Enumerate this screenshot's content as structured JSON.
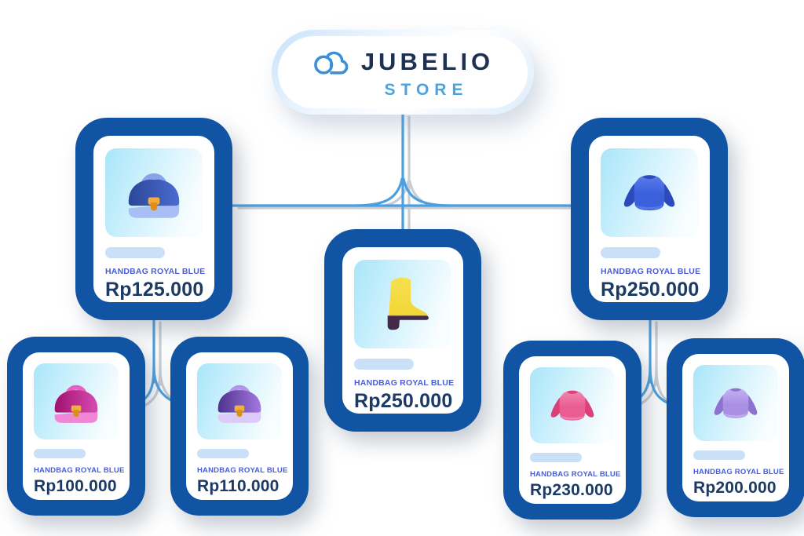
{
  "brand": {
    "name": "JUBELIO",
    "subtitle": "STORE",
    "logo_icon": "cloud-icon",
    "name_color": "#1e3150",
    "subtitle_color": "#4ba2dc",
    "logo_color": "#3c8fd9"
  },
  "colors": {
    "frame": "#1254a4",
    "connector": "#4ba0df",
    "connector_shadow": "rgba(150,158,170,0.5)",
    "label": "#4a5ed3",
    "price": "#1c3a63",
    "placeholder": "#c9e0f8",
    "image_bg_start": "#a9e6fa",
    "image_bg_end": "#f8fdff"
  },
  "cards": [
    {
      "id": "handbag-blue",
      "label": "HANDBAG ROYAL BLUE",
      "price": "Rp125.000",
      "icon": "handbag-icon",
      "size": "lg",
      "palette": {
        "a": "#2c4796",
        "b": "#4a6cd2",
        "handle": "#8aa2ee",
        "band": "#a9bef5",
        "clasp": "#f3ab3a",
        "claspDark": "#de8f18"
      }
    },
    {
      "id": "boot",
      "label": "HANDBAG ROYAL BLUE",
      "price": "Rp250.000",
      "icon": "boot-icon",
      "size": "lg",
      "palette": {
        "a": "#f7e052",
        "b": "#f2d634",
        "sole": "#45294a"
      }
    },
    {
      "id": "sweater-blue",
      "label": "HANDBAG ROYAL BLUE",
      "price": "Rp250.000",
      "icon": "sweater-icon",
      "size": "lg",
      "palette": {
        "a": "#3a60dc",
        "b": "#2c4bbb",
        "c": "#5a7cec"
      }
    },
    {
      "id": "handbag-pink",
      "label": "HANDBAG ROYAL BLUE",
      "price": "Rp100.000",
      "icon": "handbag-icon",
      "size": "sm",
      "palette": {
        "a": "#a01270",
        "b": "#d84bb0",
        "handle": "#ea5fc2",
        "band": "#ef87d6",
        "clasp": "#f0b13c",
        "claspDark": "#dc8f15"
      }
    },
    {
      "id": "handbag-purple",
      "label": "HANDBAG ROYAL BLUE",
      "price": "Rp110.000",
      "icon": "handbag-icon",
      "size": "sm",
      "palette": {
        "a": "#4e338c",
        "b": "#a478e2",
        "handle": "#b493ea",
        "band": "#dccbf8",
        "clasp": "#f0b13c",
        "claspDark": "#dc8f15"
      }
    },
    {
      "id": "sweater-pink",
      "label": "HANDBAG ROYAL BLUE",
      "price": "Rp230.000",
      "icon": "sweater-icon",
      "size": "sm",
      "palette": {
        "a": "#ea5d92",
        "b": "#dd3f78",
        "c": "#f288b2"
      }
    },
    {
      "id": "sweater-purple",
      "label": "HANDBAG ROYAL BLUE",
      "price": "Rp200.000",
      "icon": "sweater-icon",
      "size": "sm",
      "palette": {
        "a": "#aa90e4",
        "b": "#8d72cf",
        "c": "#c6b2f1"
      }
    }
  ],
  "edges": [
    {
      "from": "handbag-blue",
      "to": "store"
    },
    {
      "from": "boot",
      "to": "store"
    },
    {
      "from": "sweater-blue",
      "to": "store"
    },
    {
      "from": "handbag-pink",
      "to": "handbag-blue"
    },
    {
      "from": "handbag-purple",
      "to": "handbag-blue"
    },
    {
      "from": "sweater-pink",
      "to": "sweater-blue"
    },
    {
      "from": "sweater-purple",
      "to": "sweater-blue"
    }
  ]
}
